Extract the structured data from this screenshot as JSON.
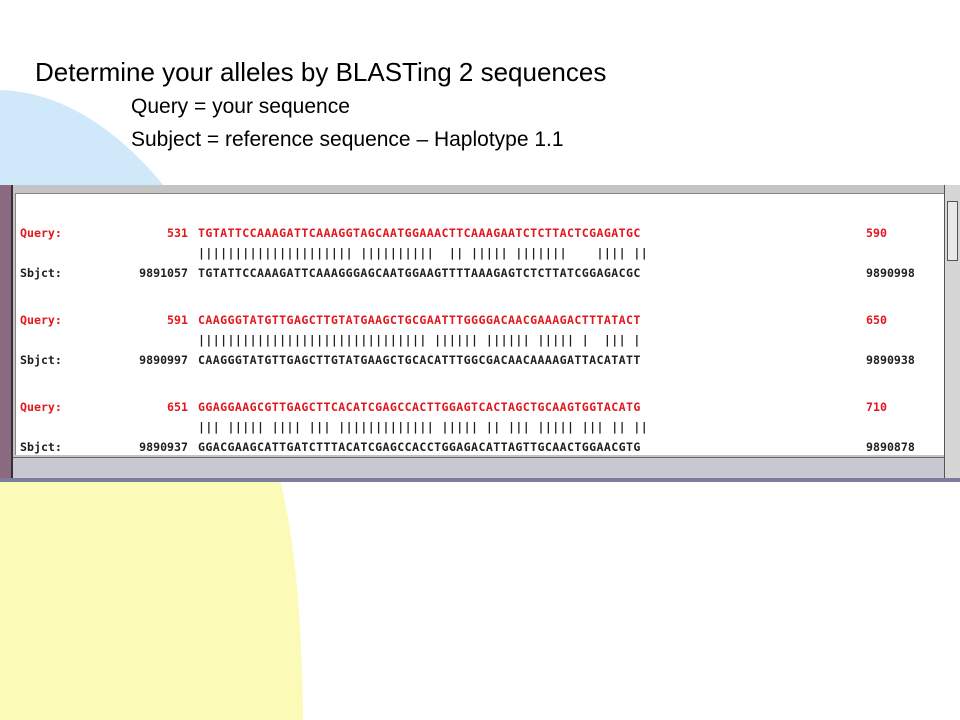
{
  "slide": {
    "title": "Determine your alleles by BLASTing 2 sequences",
    "line1": "Query = your sequence",
    "line2": "Subject = reference sequence – Haplotype 1.1"
  },
  "colors": {
    "query_text": "#e2161c",
    "subject_text": "#202020",
    "deco_blue": "#cfe8fa",
    "deco_yellow": "#fbfab6"
  },
  "alignment": {
    "blocks": [
      {
        "query": {
          "label": "Query:",
          "start": "531",
          "seq": "TGTATTCCAAAGATTCAAAGGTAGCAATGGAAACTTCAAAGAATCTCTTACTCGAGATGC",
          "end": "590"
        },
        "match": "||||||||||||||||||||| ||||||||||  || ||||| |||||||    |||| ||",
        "subject": {
          "label": "Sbjct:",
          "start": "9891057",
          "seq": "TGTATTCCAAAGATTCAAAGGGAGCAATGGAAGTTTTAAAGAGTCTCTTATCGGAGACGC",
          "end": "9890998"
        }
      },
      {
        "query": {
          "label": "Query:",
          "start": "591",
          "seq": "CAAGGGTATGTTGAGCTTGTATGAAGCTGCGAATTTGGGGACAACGAAAGACTTTATACT",
          "end": "650"
        },
        "match": "||||||||||||||||||||||||||||||| |||||| |||||| ||||| |  ||| |",
        "subject": {
          "label": "Sbjct:",
          "start": "9890997",
          "seq": "CAAGGGTATGTTGAGCTTGTATGAAGCTGCACATTTGGCGACAACAAAAGATTACATATT",
          "end": "9890938"
        }
      },
      {
        "query": {
          "label": "Query:",
          "start": "651",
          "seq": "GGAGGAAGCGTTGAGCTTCACATCGAGCCACTTGGAGTCACTAGCTGCAAGTGGTACATG",
          "end": "710"
        },
        "match": "||| ||||| |||| ||| ||||||||||||| ||||| || ||| ||||| ||| || ||",
        "subject": {
          "label": "Sbjct:",
          "start": "9890937",
          "seq": "GGACGAAGCATTGATCTTTACATCGAGCCACCTGGAGACATTAGTTGCAACTGGAACGTG",
          "end": "9890878"
        }
      }
    ]
  }
}
